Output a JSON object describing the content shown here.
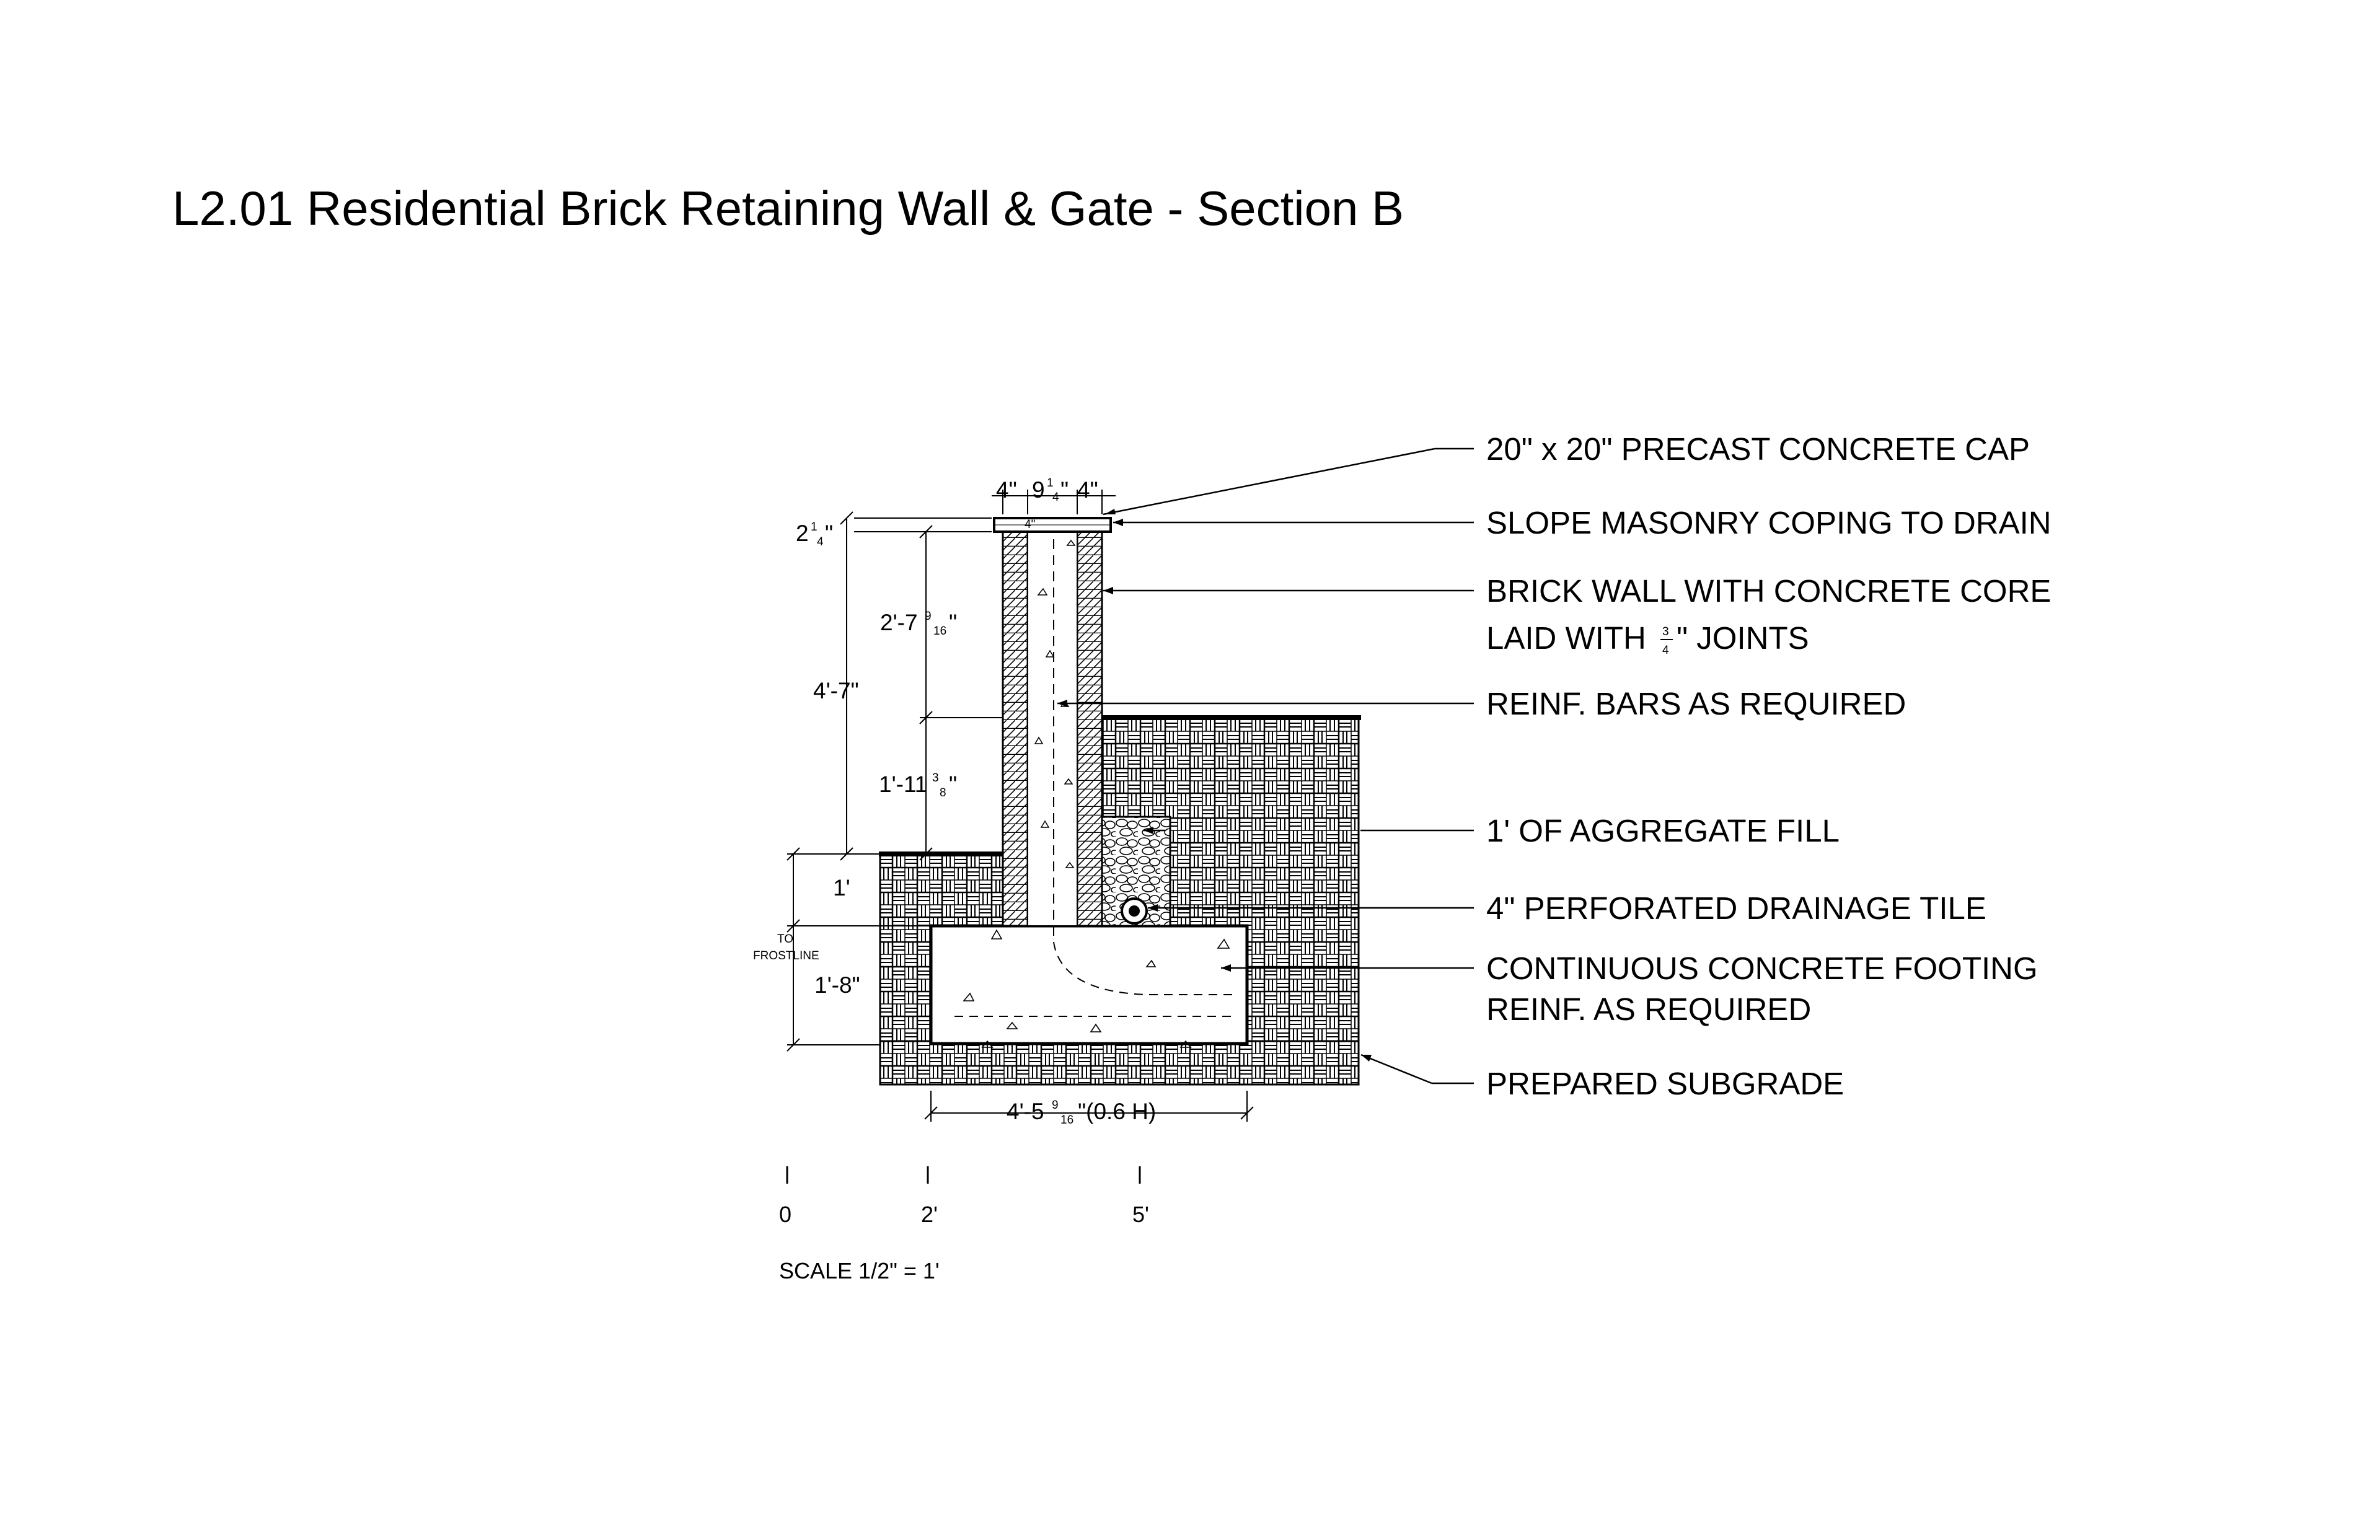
{
  "title": "L2.01 Residential Brick Retaining Wall & Gate - Section B",
  "callouts": [
    "20\" x 20\" PRECAST CONCRETE CAP",
    "SLOPE MASONRY COPING TO DRAIN",
    "BRICK WALL WITH CONCRETE CORE",
    "LAID WITH",
    "\" JOINTS",
    "REINF. BARS AS REQUIRED",
    "1' OF AGGREGATE FILL",
    "4\" PERFORATED DRAINAGE TILE",
    "CONTINUOUS CONCRETE FOOTING",
    "REINF. AS REQUIRED",
    "PREPARED SUBGRADE"
  ],
  "joint_fraction": {
    "num": "3",
    "den": "4"
  },
  "dimensions": {
    "top_left": "4\"",
    "top_mid": "9",
    "top_mid_frac": "1",
    "top_mid_den": "4",
    "top_mid_unit": "\"",
    "top_right": "4\"",
    "cap_thickness": "2",
    "cap_thickness_num": "1",
    "cap_thickness_den": "4",
    "cap_thickness_unit": "\"",
    "upper_wall": "2'-7",
    "upper_wall_num": "9",
    "upper_wall_den": "16",
    "upper_wall_unit": "\"",
    "total_height": "4'-7\"",
    "lower_wall": "1'-11",
    "lower_wall_num": "3",
    "lower_wall_den": "8",
    "lower_wall_unit": "\"",
    "grade_depth": "1'",
    "footing_depth": "1'-8\"",
    "frostline_1": "TO",
    "frostline_2": "FROSTLINE",
    "footing_width": "4'-5",
    "footing_width_num": "9",
    "footing_width_den": "16",
    "footing_width_unit": "\"(0.6 H)",
    "cap_inner": "4\""
  },
  "scale_bar": {
    "ticks": [
      "0",
      "2'",
      "5'"
    ],
    "label": "SCALE 1/2\" = 1'"
  },
  "colors": {
    "ink": "#000000",
    "paper": "#ffffff",
    "brick_fill": "#d9d9d9"
  }
}
